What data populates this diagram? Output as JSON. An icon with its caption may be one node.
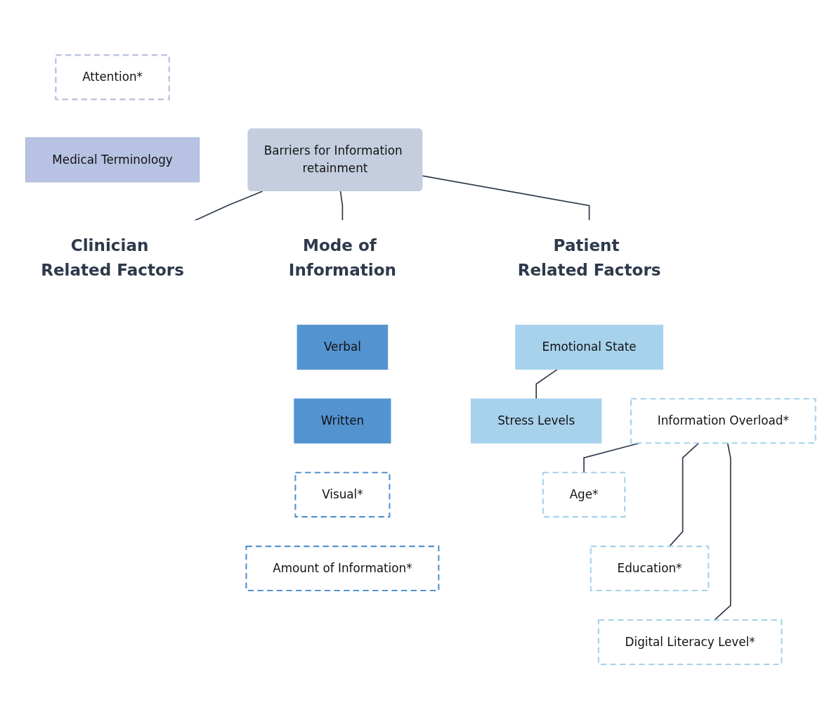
{
  "diagram": {
    "nodes": [
      {
        "text": [
          "Attention*"
        ]
      },
      {
        "text": [
          "Medical Terminology"
        ]
      },
      {
        "text": [
          "Clinician Related Factors"
        ]
      },
      {
        "text": [
          "Barriers for Information retainment"
        ]
      },
      {
        "text": [
          "Mode of Information"
        ]
      },
      {
        "text": [
          "Verbal"
        ]
      },
      {
        "text": [
          "Written"
        ]
      },
      {
        "text": [
          "Visual*"
        ]
      },
      {
        "text": [
          "Amount of Information*"
        ]
      },
      {
        "text": [
          "Patient Related Factors"
        ]
      },
      {
        "text": [
          "Emotional State"
        ]
      },
      {
        "text": [
          "Stress Levels"
        ]
      },
      {
        "text": [
          "Information Overload*"
        ]
      },
      {
        "text": [
          "Age*"
        ]
      },
      {
        "text": [
          "Education*"
        ]
      },
      {
        "text": [
          "Digital Literacy Level*"
        ]
      }
    ],
    "edges": [
      {
        "from": 3,
        "to": 2,
        "arrow": "none"
      },
      {
        "from": 3,
        "to": 4,
        "arrow": "none"
      },
      {
        "from": 3,
        "to": 9,
        "arrow": "none"
      },
      {
        "from": 10,
        "to": 11,
        "arrow": "none"
      },
      {
        "from": 12,
        "to": 13,
        "arrow": "none"
      },
      {
        "from": 12,
        "to": 14,
        "arrow": "none"
      },
      {
        "from": 12,
        "to": 15,
        "arrow": "none"
      }
    ]
  }
}
